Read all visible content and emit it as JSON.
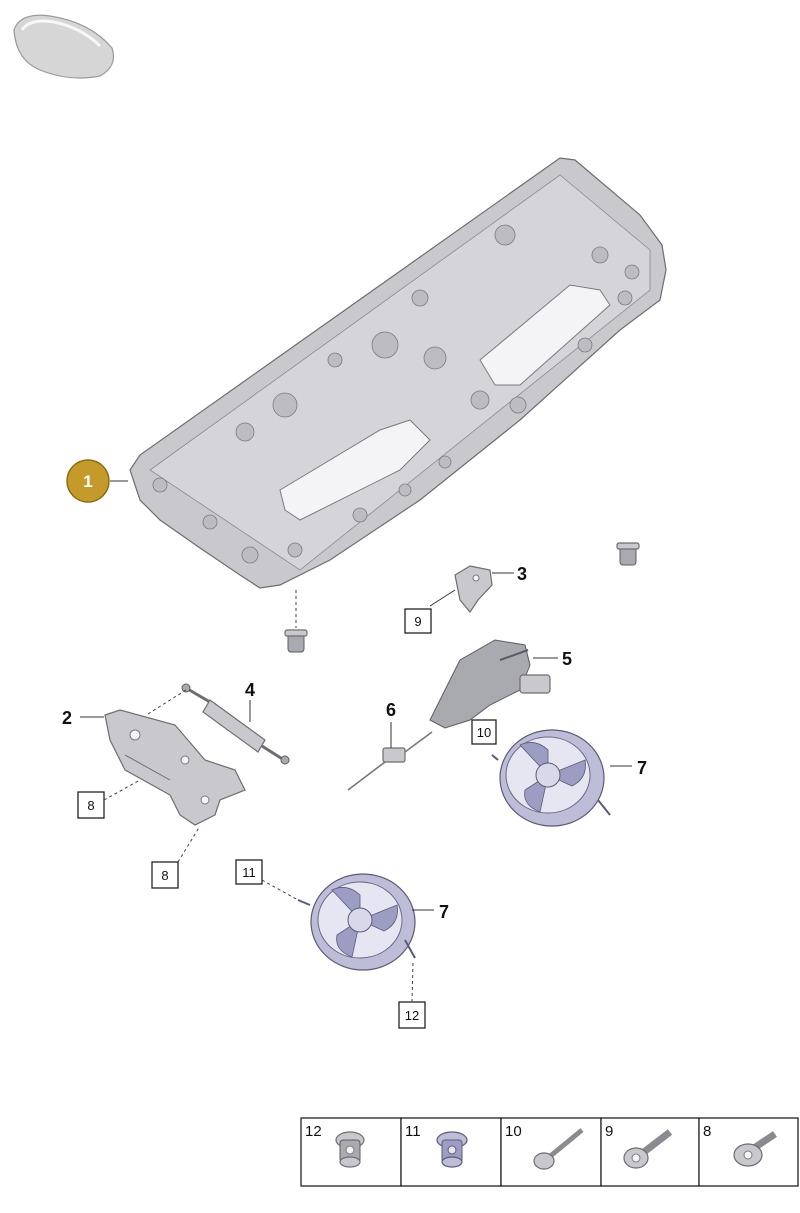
{
  "callouts": {
    "c1": "1",
    "c2": "2",
    "c3": "3",
    "c4": "4",
    "c5": "5",
    "c6": "6",
    "c7a": "7",
    "c7b": "7"
  },
  "boxed_callouts": {
    "b8a": "8",
    "b8b": "8",
    "b9": "9",
    "b10": "10",
    "b11": "11",
    "b12": "12"
  },
  "legend": [
    {
      "label": "12",
      "icon": "clip-nut-icon"
    },
    {
      "label": "11",
      "icon": "grommet-nut-icon"
    },
    {
      "label": "10",
      "icon": "long-bolt-icon"
    },
    {
      "label": "9",
      "icon": "flange-bolt-icon"
    },
    {
      "label": "8",
      "icon": "short-bolt-icon"
    }
  ],
  "colors": {
    "highlight": "#c59a2c",
    "fan": "#bdbdd8",
    "metal": "#c9c9cd"
  }
}
